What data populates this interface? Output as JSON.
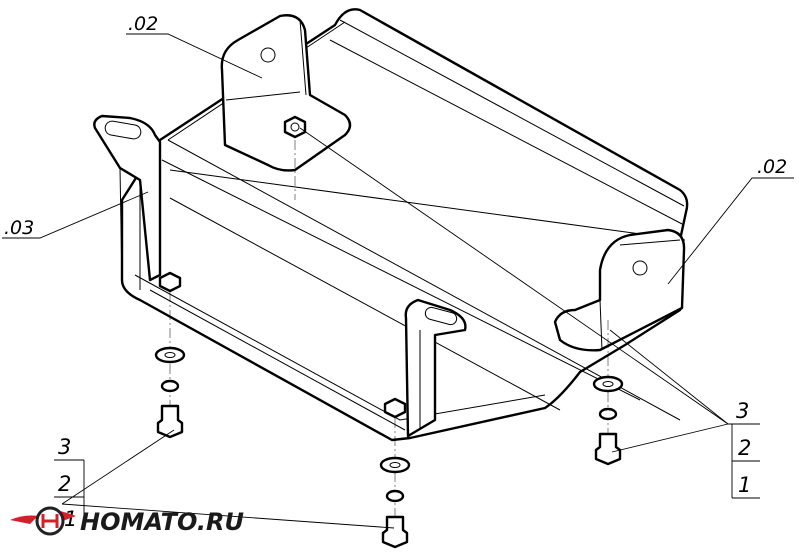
{
  "callouts": {
    "part_top": ".02",
    "part_right": ".02",
    "part_left": ".03"
  },
  "fastener_stacks": {
    "right": [
      "3",
      "2",
      "1"
    ],
    "left": [
      "3",
      "2",
      "1"
    ]
  },
  "watermark": {
    "text": "HOMATO.RU",
    "colors": {
      "red": "#d3202a",
      "dark": "#222222"
    }
  }
}
